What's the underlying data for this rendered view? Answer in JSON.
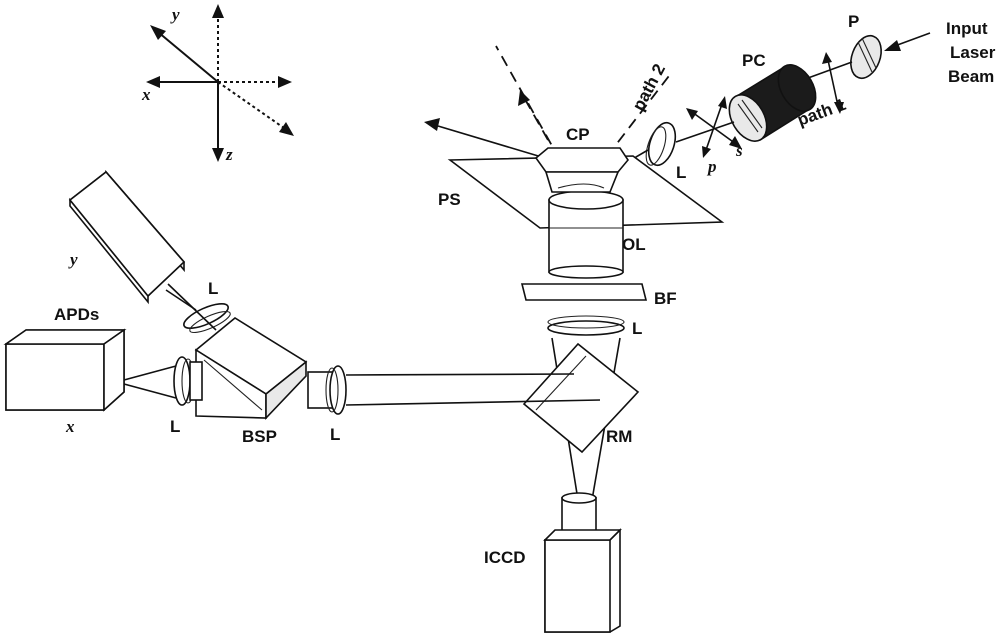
{
  "diagram": {
    "labels": {
      "input_line1": "Input",
      "input_line2": "Laser",
      "input_line3": "Beam",
      "polarizer": "P",
      "pockels_cell": "PC",
      "path1": "path 1",
      "path2": "path 2",
      "s_pol": "s",
      "p_pol": "p",
      "prism": "CP",
      "stage": "PS",
      "objective": "OL",
      "filter": "BF",
      "mirror": "RM",
      "camera": "ICCD",
      "splitter": "BSP",
      "detectors": "APDs",
      "det_x": "x",
      "det_y": "y",
      "lens_top": "L",
      "lens_filter": "L",
      "lens_bsp_top": "L",
      "lens_bsp_left": "L",
      "lens_bsp_right": "L",
      "axis_x": "x",
      "axis_y": "y",
      "axis_z": "z"
    }
  }
}
